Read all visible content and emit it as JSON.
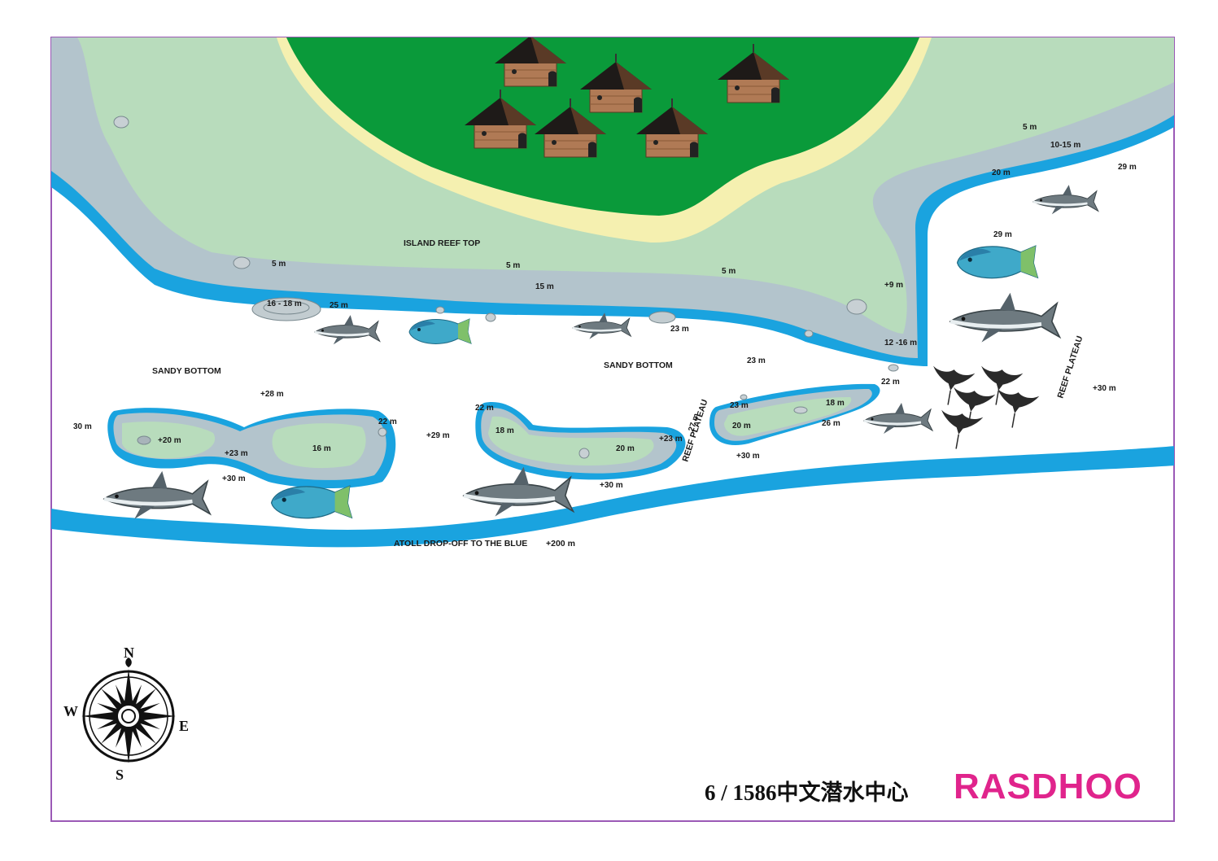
{
  "map": {
    "title": "RASDHOO",
    "page_number": "6 / 1586中文潜水中心",
    "area_labels": {
      "island_reef_top": "ISLAND REEF TOP",
      "sandy_bottom_left": "SANDY BOTTOM",
      "sandy_bottom_center": "SANDY BOTTOM",
      "reef_plateau_center": "REEF PLATEAU",
      "reef_plateau_right": "REEF PLATEAU",
      "drop_off": "ATOLL DROP-OFF TO THE BLUE",
      "drop_off_depth": "+200 m"
    },
    "depths": {
      "d1": "5 m",
      "d2": "5 m",
      "d3": "5 m",
      "d4": "15 m",
      "d5": "16 - 18 m",
      "d6": "25 m",
      "d7": "23 m",
      "d8": "+9 m",
      "d9": "12 -16 m",
      "d10": "23 m",
      "d11": "22 m",
      "d12": "5 m",
      "d13": "10-15 m",
      "d14": "20 m",
      "d15": "29 m",
      "d16": "29 m",
      "d17": "+30 m",
      "d18": "+28 m",
      "d19": "30 m",
      "d20": "+20 m",
      "d21": "+23 m",
      "d22": "16 m",
      "d23": "22 m",
      "d24": "+30 m",
      "d25": "+29 m",
      "d26": "22 m",
      "d27": "18 m",
      "d28": "20 m",
      "d29": "+23 m",
      "d30": "+30 m",
      "d31": "27 m",
      "d32": "23 m",
      "d33": "18 m",
      "d34": "20 m",
      "d35": "26 m",
      "d36": "+30 m"
    },
    "compass": {
      "n": "N",
      "e": "E",
      "s": "S",
      "w": "W"
    },
    "colors": {
      "island": "#0a9a3a",
      "beach": "#f5f0b0",
      "reef_top": "#b8dcbc",
      "slope": "#b3c4cc",
      "drop": "#1aa3df",
      "sea": "#ffffff",
      "border": "#9b59b6",
      "title": "#e0248c"
    },
    "icons": [
      "hut-icon",
      "shark-icon",
      "napoleon-fish-icon",
      "manta-ray-icon",
      "rock-icon",
      "compass-rose-icon"
    ]
  }
}
